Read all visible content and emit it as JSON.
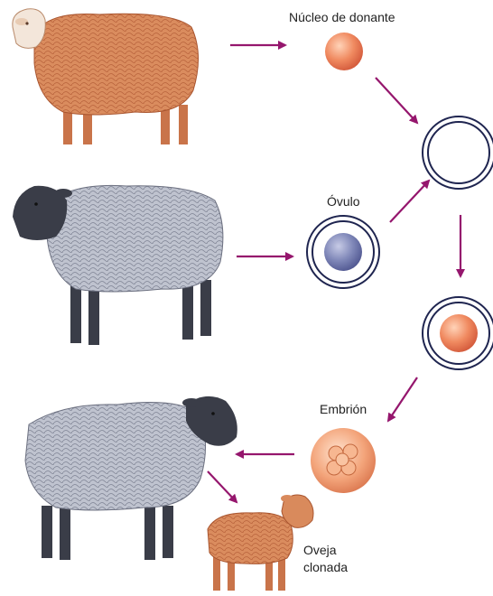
{
  "labels": {
    "donor_nucleus": "Núcleo de donante",
    "ovum": "Óvulo",
    "embryo": "Embrión",
    "cloned_sheep_line1": "Oveja",
    "cloned_sheep_line2": "clonada"
  },
  "colors": {
    "arrow": "#95166d",
    "orange_fill": "#e87a55",
    "orange_wool": "#d98a5c",
    "gray_wool": "#b8bcc8",
    "gray_dark": "#3a3d48",
    "nucleus_blue": "#7c84b4",
    "membrane": "#1f2550"
  }
}
